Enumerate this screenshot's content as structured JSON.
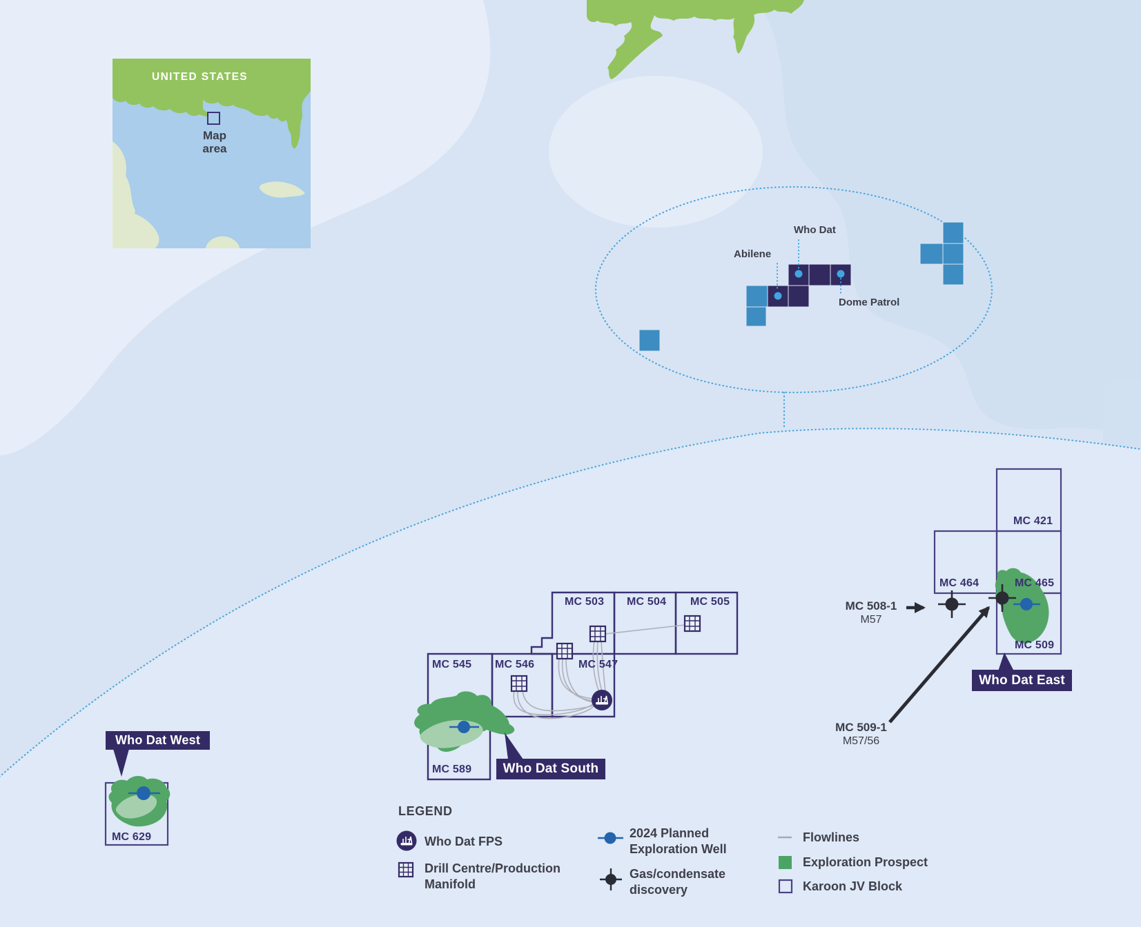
{
  "inset": {
    "title": "UNITED STATES",
    "map_area": "Map\narea"
  },
  "fields": {
    "who_dat": "Who Dat",
    "abilene": "Abilene",
    "dome_patrol": "Dome Patrol"
  },
  "blocks": {
    "mc503": "MC 503",
    "mc504": "MC 504",
    "mc505": "MC 505",
    "mc545": "MC 545",
    "mc546": "MC 546",
    "mc547": "MC 547",
    "mc589": "MC 589",
    "mc629": "MC 629",
    "mc421": "MC 421",
    "mc464": "MC 464",
    "mc465": "MC 465",
    "mc509": "MC 509"
  },
  "callouts": {
    "west": "Who Dat West",
    "south": "Who Dat South",
    "east": "Who Dat East"
  },
  "wells": {
    "mc508_name": "MC 508-1",
    "mc508_detail": "M57",
    "mc509_name": "MC 509-1",
    "mc509_detail": "M57/56"
  },
  "legend": {
    "heading": "LEGEND",
    "fps": "Who Dat FPS",
    "manifold": "Drill Centre/Production\nManifold",
    "planned_well": "2024 Planned\nExploration Well",
    "discovery": "Gas/condensate\ndiscovery",
    "flowlines": "Flowlines",
    "prospect": "Exploration Prospect",
    "jv_block": "Karoon JV Block"
  },
  "colors": {
    "water": "#d8e4f3",
    "land_green": "#93c35e",
    "prospect_green": "#53a666",
    "prospect_green_light": "#a6cfae",
    "block_navy": "#32295f",
    "teal_block": "#3d8cc2",
    "outline_navy": "#3a3173",
    "label_box_navy": "#342b66",
    "dotted_blue": "#4da6dd",
    "well_blue": "#2364ad",
    "discovery_black": "#2b2b33",
    "flowline_gray": "#b0b0ba",
    "inset_water": "#a9cdea",
    "inset_pale_land": "#e0e9cd",
    "text_dark": "#3d3d49"
  }
}
